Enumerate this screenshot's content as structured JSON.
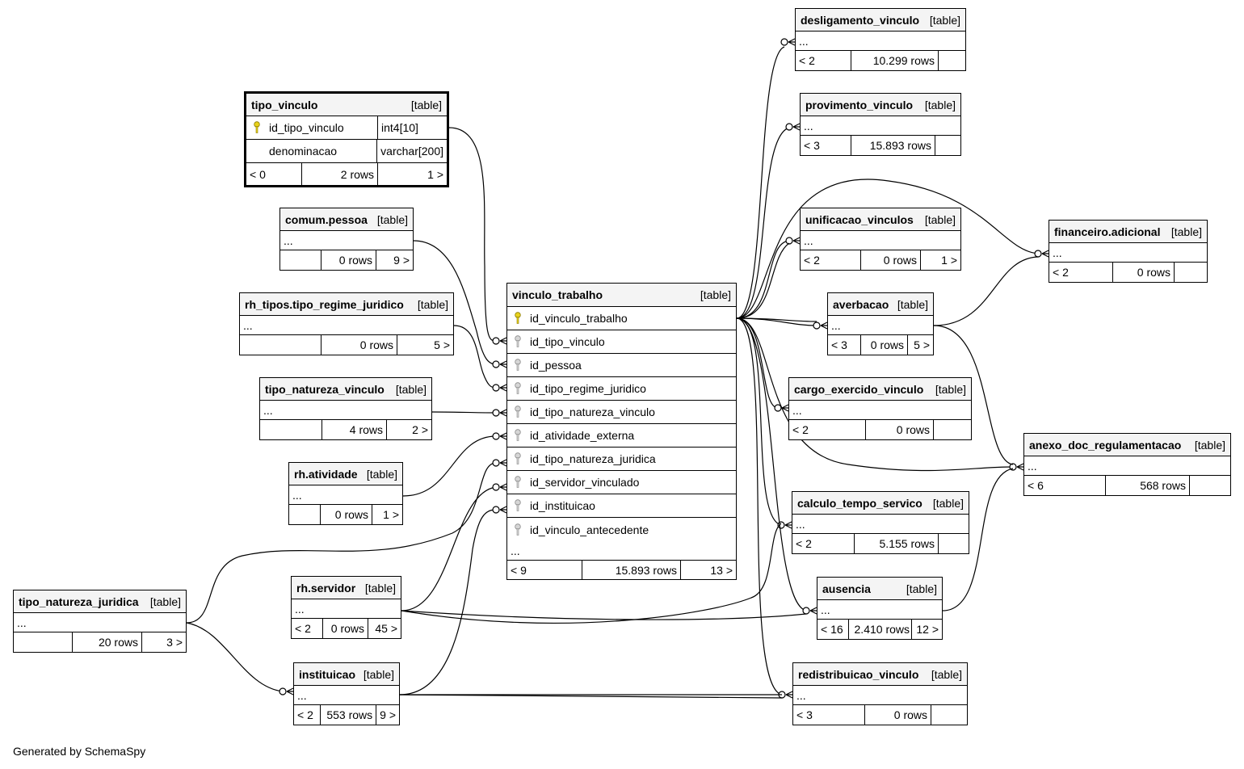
{
  "footer": "Generated by SchemaSpy",
  "tables": [
    {
      "id": "tipo_vinculo",
      "name": "tipo_vinculo",
      "kind": "[table]",
      "focus": true,
      "columns": [
        {
          "name": "id_tipo_vinculo",
          "type": "int4[10]",
          "key": "pk"
        },
        {
          "name": "denominacao",
          "type": "varchar[200]",
          "key": ""
        }
      ],
      "footer": [
        "< 0",
        "2 rows",
        "1 >"
      ]
    },
    {
      "id": "comum_pessoa",
      "name": "comum.pessoa",
      "kind": "[table]",
      "ellipsis": "...",
      "footer": [
        "",
        "0 rows",
        "9 >"
      ]
    },
    {
      "id": "tipo_regime",
      "name": "rh_tipos.tipo_regime_juridico",
      "kind": "[table]",
      "ellipsis": "...",
      "footer": [
        "",
        "0 rows",
        "5 >"
      ]
    },
    {
      "id": "tipo_natureza_vinculo",
      "name": "tipo_natureza_vinculo",
      "kind": "[table]",
      "ellipsis": "...",
      "footer": [
        "",
        "4 rows",
        "2 >"
      ]
    },
    {
      "id": "rh_atividade",
      "name": "rh.atividade",
      "kind": "[table]",
      "ellipsis": "...",
      "footer": [
        "",
        "0 rows",
        "1 >"
      ]
    },
    {
      "id": "tipo_natureza_juridica",
      "name": "tipo_natureza_juridica",
      "kind": "[table]",
      "ellipsis": "...",
      "footer": [
        "",
        "20 rows",
        "3 >"
      ]
    },
    {
      "id": "rh_servidor",
      "name": "rh.servidor",
      "kind": "[table]",
      "ellipsis": "...",
      "footer": [
        "< 2",
        "0 rows",
        "45 >"
      ]
    },
    {
      "id": "instituicao",
      "name": "instituicao",
      "kind": "[table]",
      "ellipsis": "...",
      "footer": [
        "< 2",
        "553 rows",
        "9 >"
      ]
    },
    {
      "id": "vinculo_trabalho",
      "name": "vinculo_trabalho",
      "kind": "[table]",
      "ellipsis": "...",
      "columns": [
        {
          "name": "id_vinculo_trabalho",
          "key": "pk"
        },
        {
          "name": "id_tipo_vinculo",
          "key": "fk"
        },
        {
          "name": "id_pessoa",
          "key": "fk"
        },
        {
          "name": "id_tipo_regime_juridico",
          "key": "fk"
        },
        {
          "name": "id_tipo_natureza_vinculo",
          "key": "fk"
        },
        {
          "name": "id_atividade_externa",
          "key": "fk"
        },
        {
          "name": "id_tipo_natureza_juridica",
          "key": "fk"
        },
        {
          "name": "id_servidor_vinculado",
          "key": "fk"
        },
        {
          "name": "id_instituicao",
          "key": "fk"
        },
        {
          "name": "id_vinculo_antecedente",
          "key": "fk"
        }
      ],
      "footer": [
        "< 9",
        "15.893 rows",
        "13 >"
      ]
    },
    {
      "id": "desligamento_vinculo",
      "name": "desligamento_vinculo",
      "kind": "[table]",
      "ellipsis": "...",
      "footer": [
        "< 2",
        "10.299 rows",
        ""
      ]
    },
    {
      "id": "provimento_vinculo",
      "name": "provimento_vinculo",
      "kind": "[table]",
      "ellipsis": "...",
      "footer": [
        "< 3",
        "15.893 rows",
        ""
      ]
    },
    {
      "id": "unificacao_vinculos",
      "name": "unificacao_vinculos",
      "kind": "[table]",
      "ellipsis": "...",
      "footer": [
        "< 2",
        "0 rows",
        "1 >"
      ]
    },
    {
      "id": "averbacao",
      "name": "averbacao",
      "kind": "[table]",
      "ellipsis": "...",
      "footer": [
        "< 3",
        "0 rows",
        "5 >"
      ]
    },
    {
      "id": "cargo_exercido_vinculo",
      "name": "cargo_exercido_vinculo",
      "kind": "[table]",
      "ellipsis": "...",
      "footer": [
        "< 2",
        "0 rows",
        ""
      ]
    },
    {
      "id": "calculo_tempo_servico",
      "name": "calculo_tempo_servico",
      "kind": "[table]",
      "ellipsis": "...",
      "footer": [
        "< 2",
        "5.155 rows",
        ""
      ]
    },
    {
      "id": "ausencia",
      "name": "ausencia",
      "kind": "[table]",
      "ellipsis": "...",
      "footer": [
        "< 16",
        "2.410 rows",
        "12 >"
      ]
    },
    {
      "id": "redistribuicao_vinculo",
      "name": "redistribuicao_vinculo",
      "kind": "[table]",
      "ellipsis": "...",
      "footer": [
        "< 3",
        "0 rows",
        ""
      ]
    },
    {
      "id": "financeiro_adicional",
      "name": "financeiro.adicional",
      "kind": "[table]",
      "ellipsis": "...",
      "footer": [
        "< 2",
        "0 rows",
        ""
      ]
    },
    {
      "id": "anexo_doc",
      "name": "anexo_doc_regulamentacao",
      "kind": "[table]",
      "ellipsis": "...",
      "footer": [
        "< 6",
        "568 rows",
        ""
      ]
    }
  ]
}
